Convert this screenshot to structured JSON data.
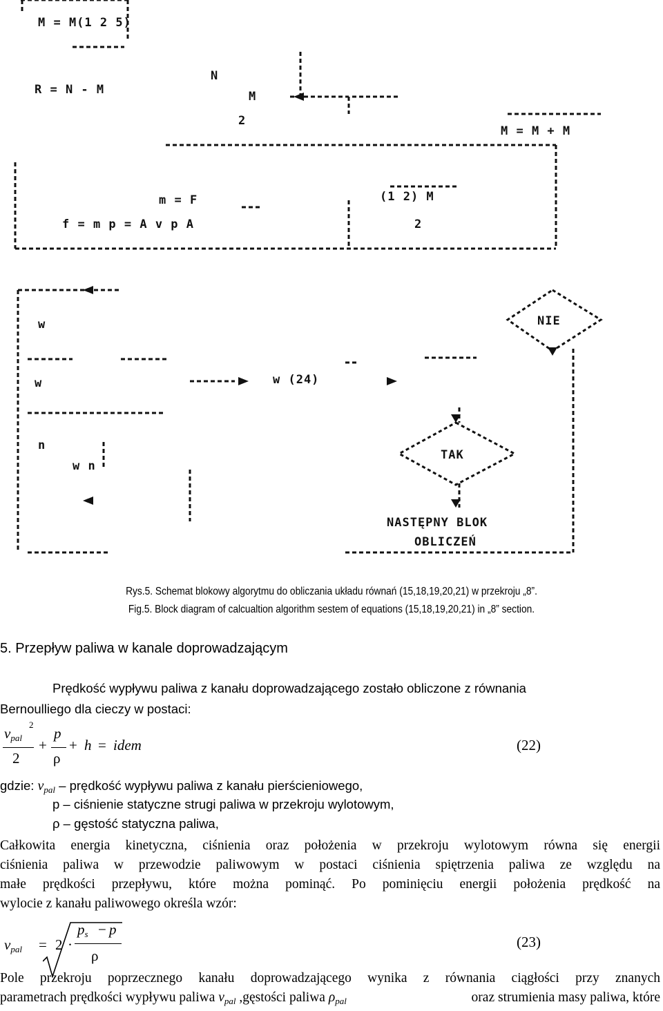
{
  "diagram": {
    "labels": [
      "M = M(1 2 5)",
      "N",
      "M",
      "R = N - M",
      "2",
      "M = M + M",
      "m = F",
      "(1 2) M",
      "f = m p = A v p A",
      "2",
      "w",
      "w",
      "w (24)",
      "n",
      "w n",
      "NIE",
      "TAK",
      "NASTĘPNY BLOK",
      "OBLICZEŃ"
    ]
  },
  "caption": {
    "pl": "Rys.5. Schemat blokowy algorytmu do obliczania układu równań (15,18,19,20,21) w przekroju „8”.",
    "en": "Fig.5. Block diagram of calcualtion algorithm sestem of equations (15,18,19,20,21) in „8” section."
  },
  "section": {
    "heading": "5. Przepływ paliwa w kanale doprowadzającym",
    "intro1": "Prędkość wypływu paliwa z kanału doprowadzającego zostało obliczone z równania",
    "intro2": "Bernoulliego dla cieczy w postaci:"
  },
  "eq22": {
    "v": "v",
    "sub": "pal",
    "sup": "2",
    "den": "2",
    "plus1": "+",
    "p": "p",
    "rho": "ρ",
    "plus2": "+",
    "h": "h",
    "eq": "=",
    "idem": "idem",
    "num": "(22)"
  },
  "defs": {
    "gdzie": "gdzie:",
    "v": "v",
    "sub": "pal",
    "d1": "– prędkość wypływu paliwa z kanału pierścieniowego,",
    "d2": "p – ciśnienie statyczne strugi paliwa w przekroju wylotowym,",
    "d3": "ρ – gęstość statyczna paliwa,"
  },
  "para1": [
    "Całkowita energia kinetyczna, ciśnienia oraz położenia w przekroju wylotowym równa się energii",
    "ciśnienia paliwa w przewodzie paliwowym w postaci ciśnienia spiętrzenia paliwa ze względu na",
    "małe prędkości przepływu, które można pominąć. Po pominięciu energii położenia prędkość na",
    "wylocie z kanału paliwowego określa wzór:"
  ],
  "eq23": {
    "v": "v",
    "sub": "pal",
    "eq": "=",
    "two": "2",
    "dot": "·",
    "ps": "p",
    "ps_sub": "s",
    "minus": "−",
    "p": "p",
    "rho": "ρ",
    "num": "(23)"
  },
  "para2": {
    "line1": "Pole przekroju poprzecznego kanału doprowadzającego wynika z równania ciągłości przy znanych",
    "l2a": "parametrach prędkości wypływu paliwa ",
    "v": "v",
    "sub": "pal",
    "l2b": " ,gęstości paliwa ",
    "rho": "ρ",
    "rsub": "pal",
    "l2c": " oraz strumienia masy paliwa, które"
  }
}
